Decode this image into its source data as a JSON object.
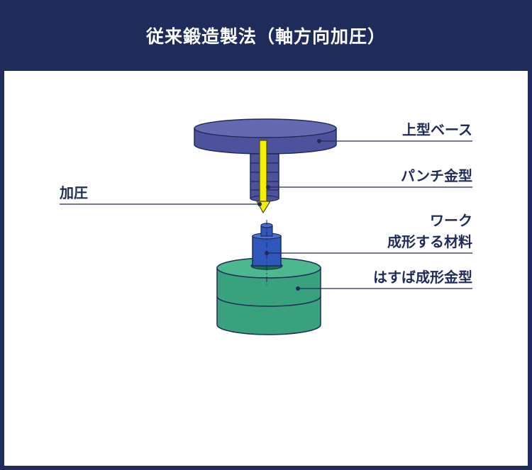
{
  "title": "従来鍛造製法（軸方向加圧）",
  "labels": {
    "upper_base": "上型ベース",
    "punch_die": "パンチ金型",
    "pressure": "加圧",
    "workpiece_line1": "ワーク",
    "workpiece_line2": "成形する材料",
    "die": "はすば成形金型"
  },
  "colors": {
    "frame": "#1e2b5b",
    "upper_base": "#4a4f9a",
    "punch": "#4a4f9a",
    "arrow": "#f2f000",
    "workpiece": "#2f56bb",
    "die": "#3a9e7a",
    "leader_line": "#1e2b5b"
  }
}
